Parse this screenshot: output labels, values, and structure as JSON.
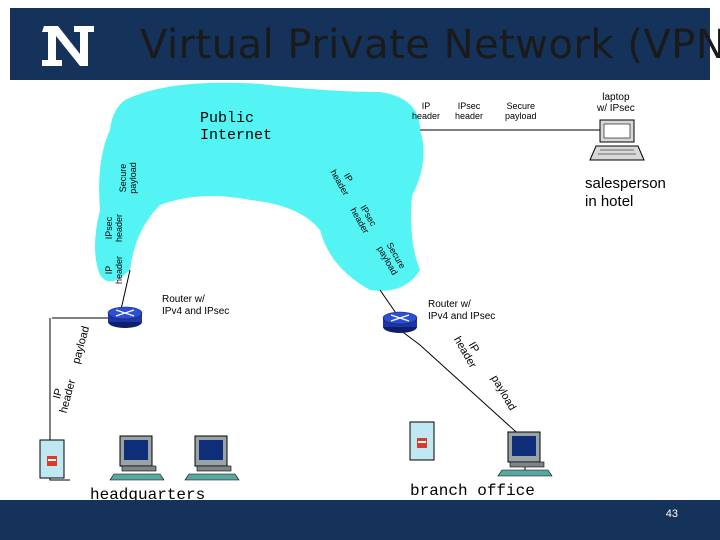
{
  "title": "Virtual Private Network (VPN)",
  "page_number": "43",
  "cloud_label": "Public\nInternet",
  "laptop_label": "laptop\nw/ IPsec",
  "salesperson_label": "salesperson\nin hotel",
  "router_hq_label": "Router w/\nIPv4 and IPsec",
  "router_branch_label": "Router w/\nIPv4 and IPsec",
  "headquarters_label": "headquarters",
  "branch_label": "branch office",
  "packet_top": {
    "ip": "IP\nheader",
    "ipsec": "IPsec\nheader",
    "payload": "Secure\npayload"
  },
  "packet_left": {
    "ip": "IP\nheader",
    "ipsec": "IPsec\nheader",
    "payload": "Secure\npayload"
  },
  "packet_right": {
    "ip": "IP\nheader",
    "ipsec": "IPsec\nheader",
    "payload": "Secure\npayload"
  },
  "packet_hq": {
    "ip": "IP\nheader",
    "payload": "payload"
  },
  "packet_branch": {
    "ip": "IP\nheader",
    "payload": "payload"
  },
  "colors": {
    "header_bar": "#15325a",
    "cloud": "#55f4f4",
    "footer": "#15325a",
    "router": "#1e35a8"
  }
}
